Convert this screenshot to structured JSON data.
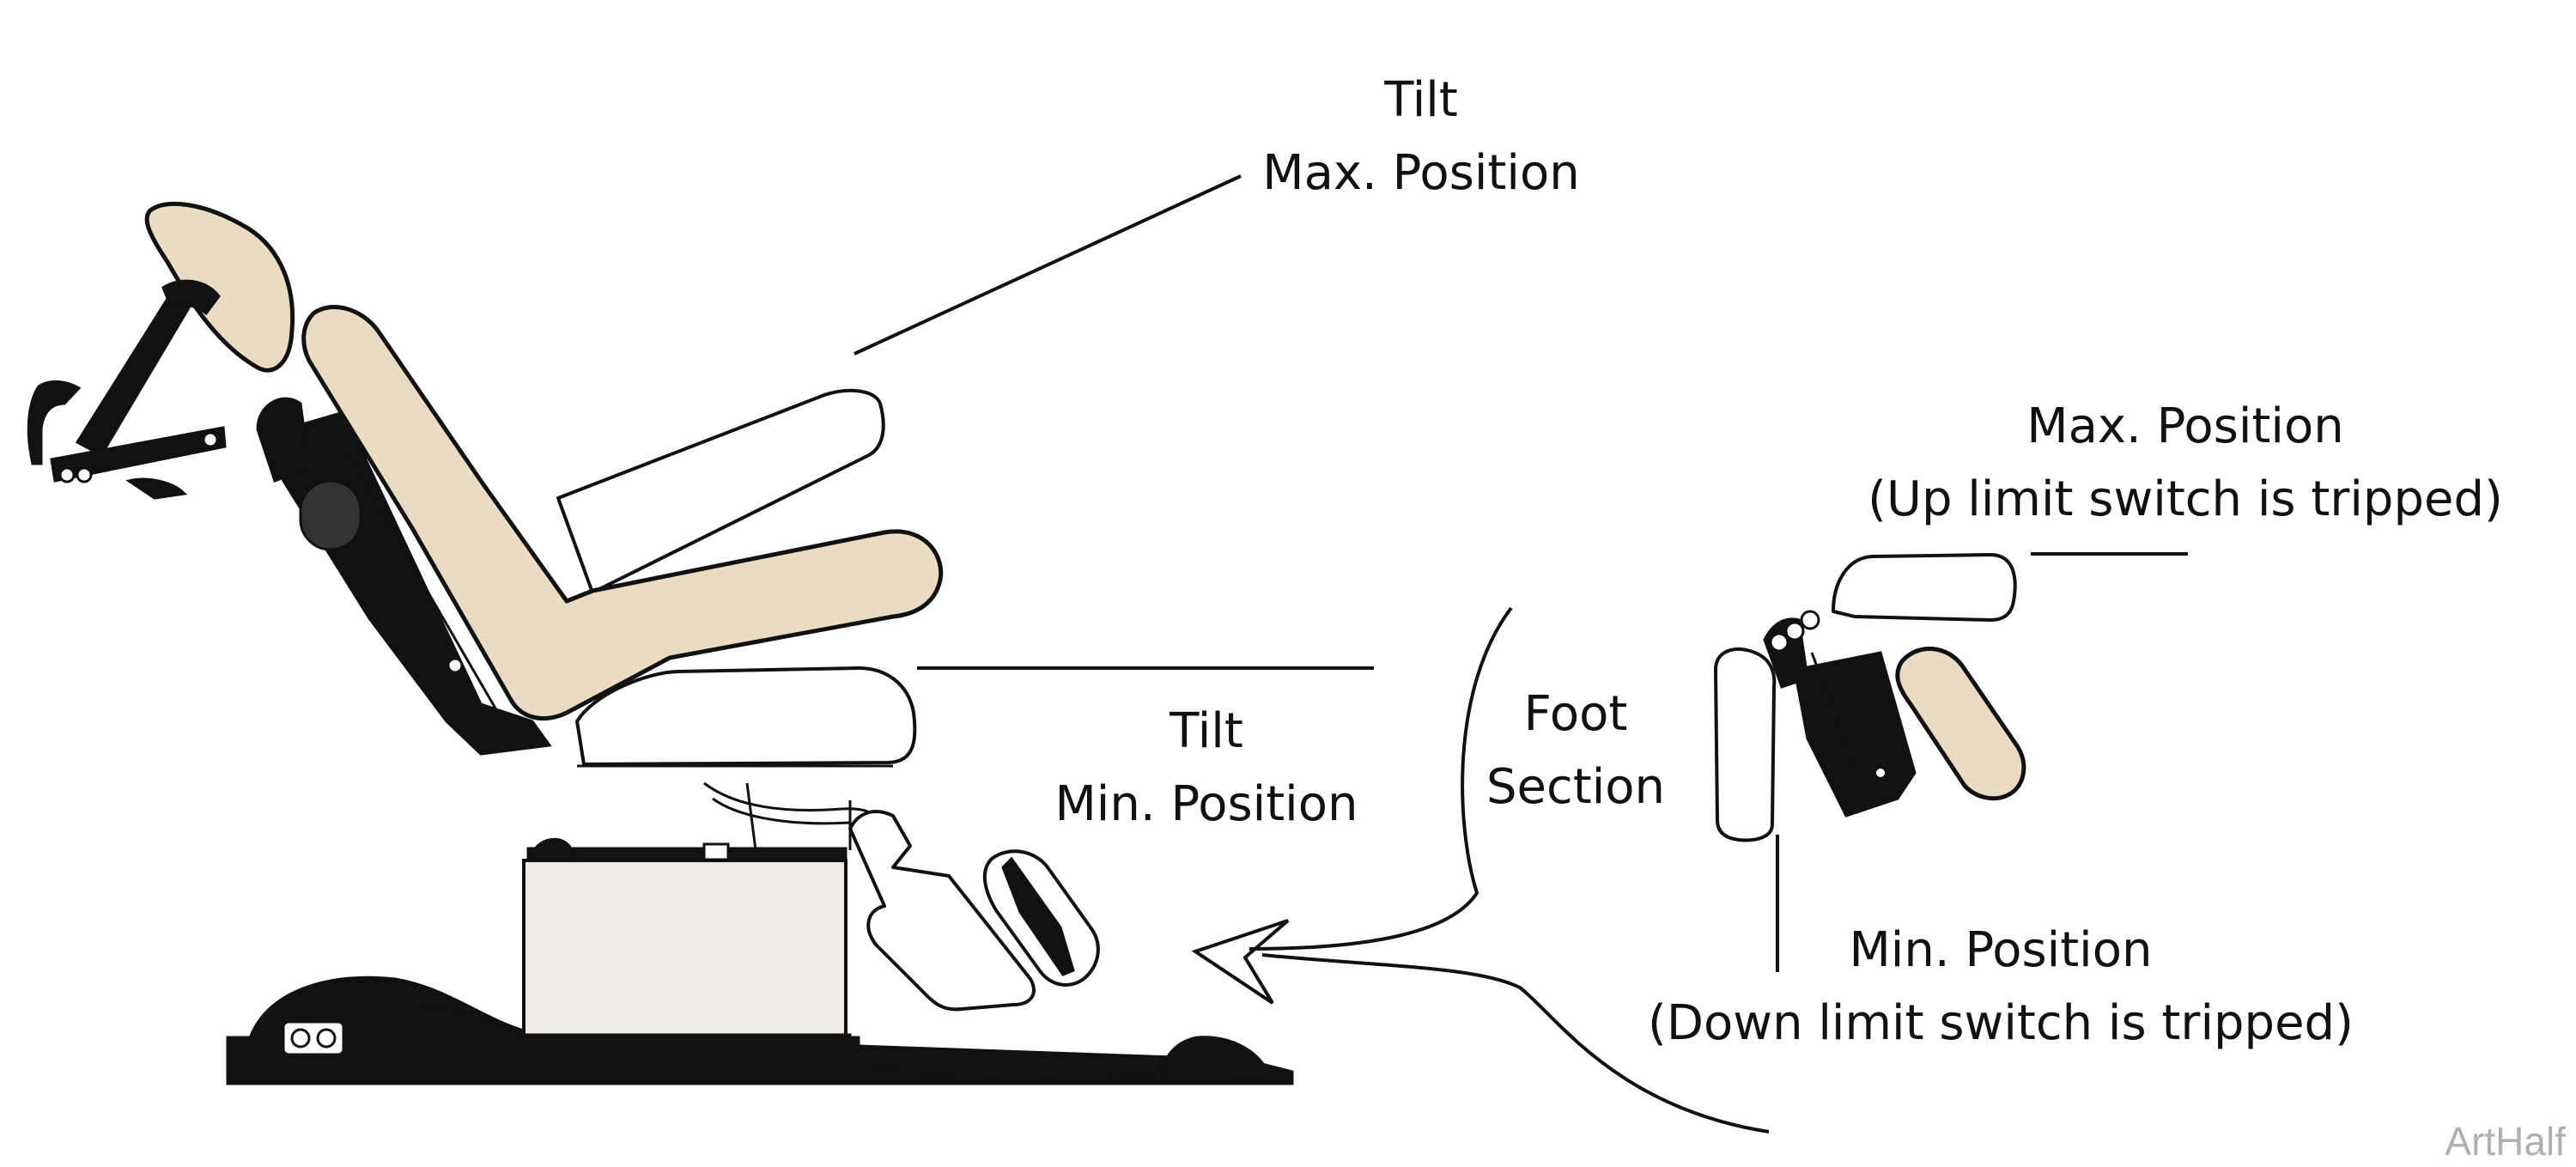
{
  "labels": {
    "tilt_max": [
      "Tilt",
      "Max. Position"
    ],
    "tilt_min": [
      "Tilt",
      "Min. Position"
    ],
    "foot_section": [
      "Foot",
      "Section"
    ],
    "foot_max": [
      "Max. Position",
      "(Up limit switch is tripped)"
    ],
    "foot_min": [
      "Min. Position",
      "(Down limit switch is tripped)"
    ]
  },
  "watermark": "ArtHalf",
  "colors": {
    "upholstery": "#eadcc3",
    "base_housing": "#efebe7",
    "ink": "#111111",
    "watermark": "#b0b0b0"
  }
}
